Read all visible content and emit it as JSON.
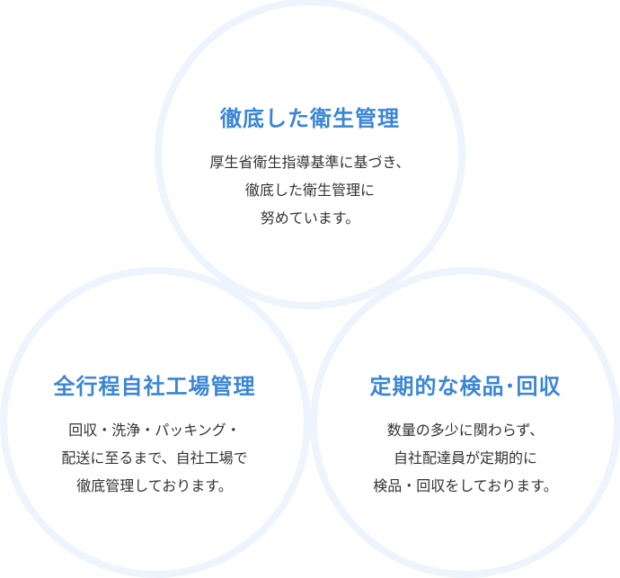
{
  "features": [
    {
      "title": "徹底した衛生管理",
      "lines": [
        "厚生省衛生指導基準に基づき、",
        "徹底した衛生管理に",
        "努めています。"
      ]
    },
    {
      "title": "全行程自社工場管理",
      "lines": [
        "回収・洗浄・パッキング・",
        "配送に至るまで、自社工場で",
        "徹底管理しております。"
      ]
    },
    {
      "title": "定期的な検品･回収",
      "lines": [
        "数量の多少に関わらず、",
        "自社配達員が定期的に",
        "検品・回収をしております。"
      ]
    }
  ],
  "colors": {
    "accent": "#3a86d6",
    "ring": "#edf4fd",
    "text": "#333333"
  }
}
